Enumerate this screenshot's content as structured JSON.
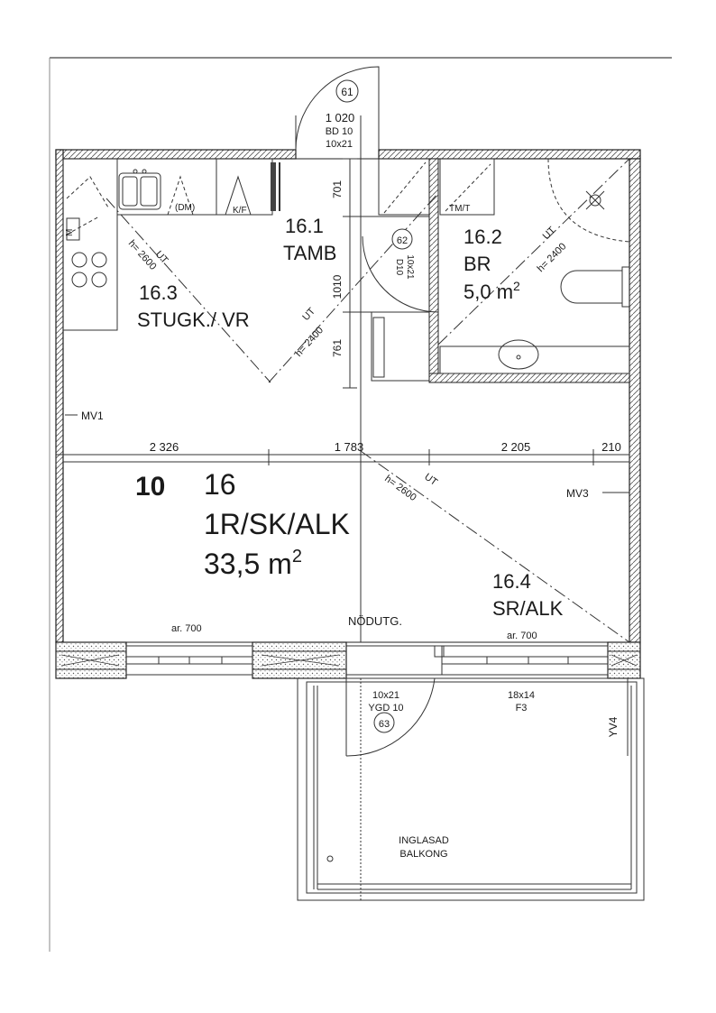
{
  "door_top": {
    "circle": "61",
    "width": "1 020",
    "type": "BD 10",
    "size": "10x21"
  },
  "door_bath": {
    "circle": "62",
    "size": "10x21",
    "type": "D10"
  },
  "door_balcony": {
    "size": "10x21",
    "type": "YGD 10",
    "circle": "63"
  },
  "window_balcony": {
    "size": "18x14",
    "type": "F3"
  },
  "rooms": {
    "hall": {
      "number": "16.1",
      "name": "TAMB"
    },
    "bath": {
      "number": "16.2",
      "name": "BR",
      "area": "5,0 m",
      "area_sup": "2"
    },
    "living": {
      "number": "16.3",
      "name": "STUGK./ VR"
    },
    "sleep": {
      "number": "16.4",
      "name": "SR/ALK"
    }
  },
  "apartment": {
    "floor": "10",
    "number": "16",
    "type": "1R/SK/ALK",
    "area": "33,5 m",
    "area_sup": "2"
  },
  "dimensions": {
    "d1": "2 326",
    "d2": "1 783",
    "d3": "2 205",
    "d4": "210",
    "v1": "701",
    "v2": "1010",
    "v3": "761"
  },
  "labels": {
    "mv1": "MV1",
    "mv3": "MV3",
    "yv4": "YV4",
    "nodutg": "NÖDUTG.",
    "ar_left": "ar. 700",
    "ar_right": "ar. 700",
    "balcony_line1": "INGLASAD",
    "balcony_line2": "BALKONG",
    "dm": "(DM)",
    "kf": "K/F",
    "tmt": "TM/T",
    "m": "M"
  },
  "ceiling": {
    "ut": "UT",
    "h2600": "h= 2600",
    "h2400": "h= 2400"
  }
}
